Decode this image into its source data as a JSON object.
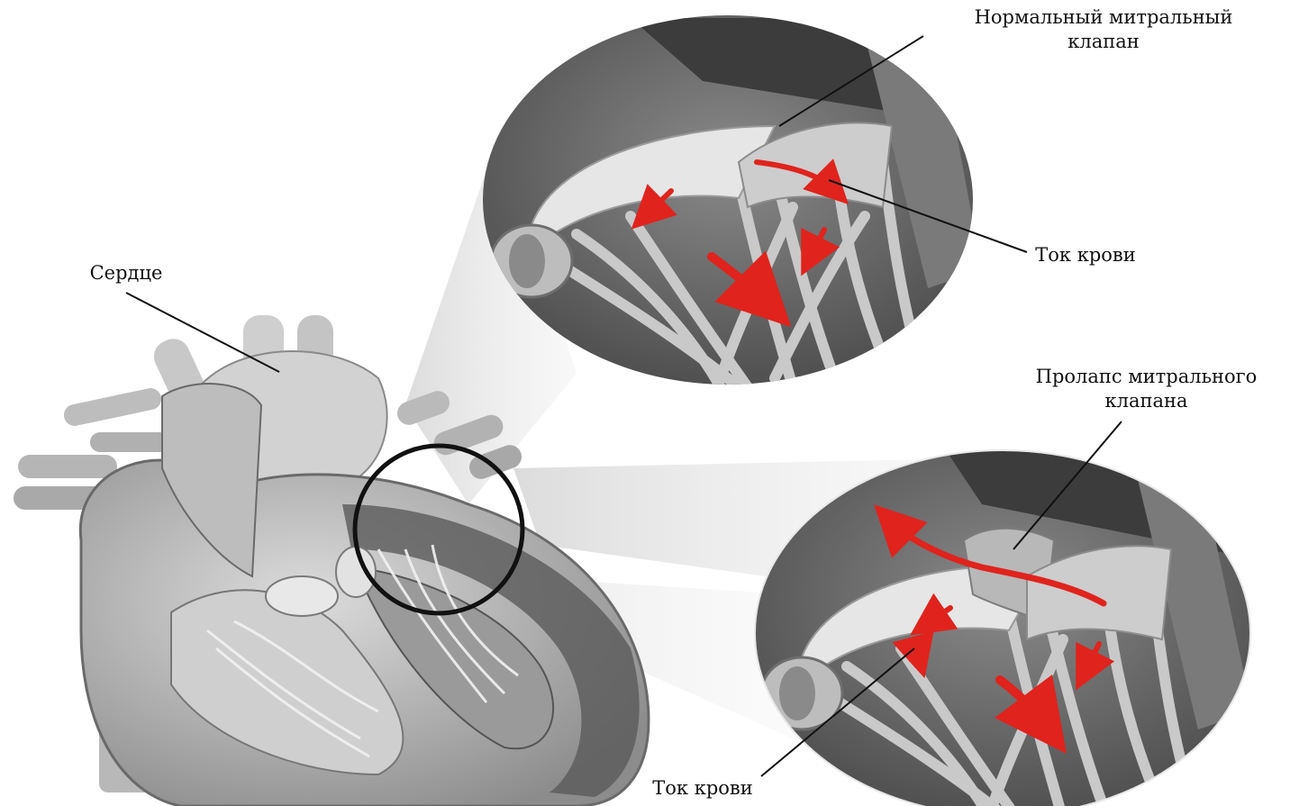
{
  "labels": {
    "normal_valve_line1": "Нормальный митральный",
    "normal_valve_line2": "клапан",
    "blood_flow_top": "Ток крови",
    "heart": "Сердце",
    "prolapse_line1": "Пролапс митрального",
    "prolapse_line2": "клапана",
    "blood_flow_bottom": "Ток крови"
  },
  "colors": {
    "background": "#ffffff",
    "label_text": "#111111",
    "leader_line": "#111111",
    "flow_arrow": "#e0231d",
    "tissue_light": "#d6d6d6",
    "tissue_mid": "#a8a8a8",
    "tissue_dark": "#6e6e6e"
  }
}
